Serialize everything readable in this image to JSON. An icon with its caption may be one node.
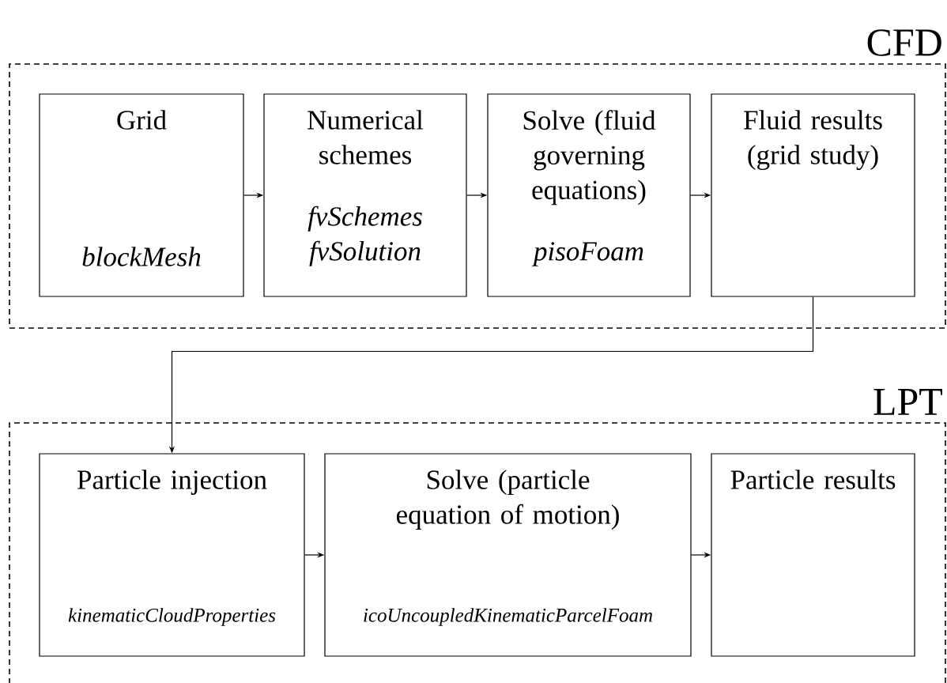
{
  "diagram": {
    "nodes": [
      {
        "text": [
          "CFD"
        ]
      },
      {
        "text": [
          "Grid",
          "*blockMesh*"
        ],
        "in": 0
      },
      {
        "text": [
          "Numerical schemes",
          "*fvSchemes fvSolution*"
        ],
        "in": 0
      },
      {
        "text": [
          "Solve (fluid governing equations)",
          "*pisoFoam*"
        ],
        "in": 0
      },
      {
        "text": [
          "Fluid results (grid study)"
        ],
        "in": 0
      },
      {
        "text": [
          "LPT"
        ]
      },
      {
        "text": [
          "Particle injection",
          "*kinematicCloudProperties*"
        ],
        "in": 5
      },
      {
        "text": [
          "Solve (particle equation of motion)",
          "*icoUncoupledKinematicParcelFoam*"
        ],
        "in": 5
      },
      {
        "text": [
          "Particle results"
        ],
        "in": 5
      }
    ],
    "edges": [
      {
        "from": 1,
        "to": 2,
        "arrow": "to"
      },
      {
        "from": 2,
        "to": 3,
        "arrow": "to"
      },
      {
        "from": 3,
        "to": 4,
        "arrow": "to"
      },
      {
        "from": 4,
        "to": 6,
        "arrow": "to"
      },
      {
        "from": 6,
        "to": 7,
        "arrow": "to"
      },
      {
        "from": 7,
        "to": 8,
        "arrow": "to"
      }
    ]
  }
}
